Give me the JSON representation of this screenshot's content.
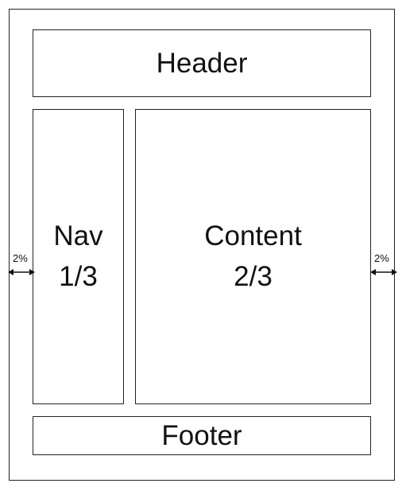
{
  "diagram": {
    "header": "Header",
    "nav": {
      "name": "Nav",
      "fraction": "1/3"
    },
    "content": {
      "name": "Content",
      "fraction": "2/3"
    },
    "footer": "Footer",
    "margin_left": "2%",
    "margin_right": "2%"
  }
}
